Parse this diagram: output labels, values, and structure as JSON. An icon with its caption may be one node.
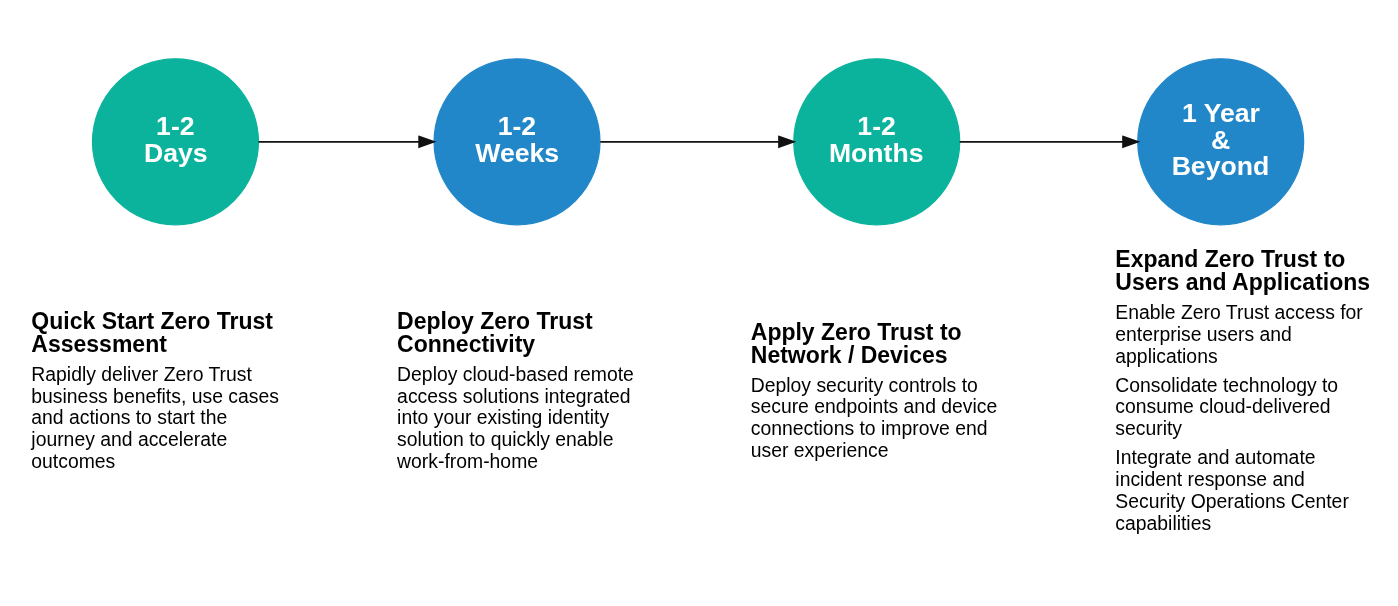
{
  "diagram": {
    "nodes": [
      {
        "text": [
          "1-2 Days"
        ],
        "beside": [
          "Quick Start Zero Trust Assessment",
          "Rapidly deliver Zero Trust business benefits, use cases and actions to start the journey and accelerate outcomes"
        ]
      },
      {
        "text": [
          "1-2 Weeks"
        ],
        "beside": [
          "Deploy Zero Trust Connectivity",
          "Deploy cloud-based remote access solutions integrated into your existing identity solution to quickly enable work-from-home"
        ]
      },
      {
        "text": [
          "1-2 Months"
        ],
        "beside": [
          "Apply Zero Trust to Network / Devices",
          "Deploy security controls to secure endpoints and device connections to improve end user experience"
        ]
      },
      {
        "text": [
          "1 Year & Beyond"
        ],
        "beside": [
          "Expand Zero Trust to Users and Applications",
          "Enable Zero Trust access for enterprise users and applications",
          "Consolidate technology to consume cloud-delivered security",
          "Integrate and automate incident response and Security Operations Center capabilities"
        ]
      }
    ],
    "edges": [
      {
        "from": 0,
        "to": 1,
        "arrow": "to"
      },
      {
        "from": 1,
        "to": 2,
        "arrow": "to"
      },
      {
        "from": 2,
        "to": 3,
        "arrow": "to"
      }
    ]
  }
}
